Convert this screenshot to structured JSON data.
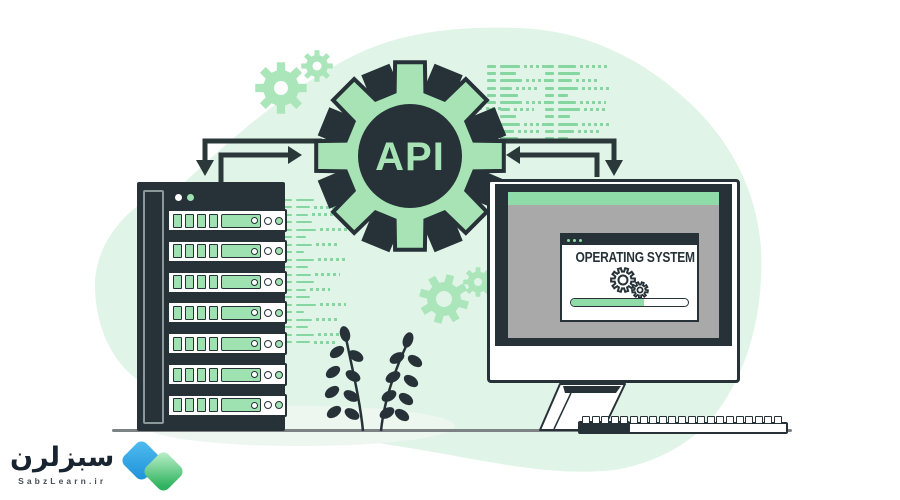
{
  "illustration": {
    "api_gear": {
      "label": "API"
    },
    "os_window": {
      "title": "OPERATING SYSTEM",
      "progress_percent": 62,
      "titlebar_dot_count": 3
    },
    "server_rack": {
      "unit_count": 7,
      "cells_per_unit": 4
    },
    "keyboard": {
      "key_count": 21
    }
  },
  "logo": {
    "brand_fa": "سبزلرن",
    "brand_en": "SabzLearn.ir"
  },
  "colors": {
    "dark": "#263238",
    "gear_green": "#a7e3b5",
    "code_green": "#86d6a2",
    "ui_green": "#8fdca8",
    "blob_green": "#e1f4e8",
    "screen_gray": "#a9a9a9",
    "ground": "#7d8285",
    "logo_blue": "#2aa7e8",
    "logo_green": "#2fbf63"
  }
}
